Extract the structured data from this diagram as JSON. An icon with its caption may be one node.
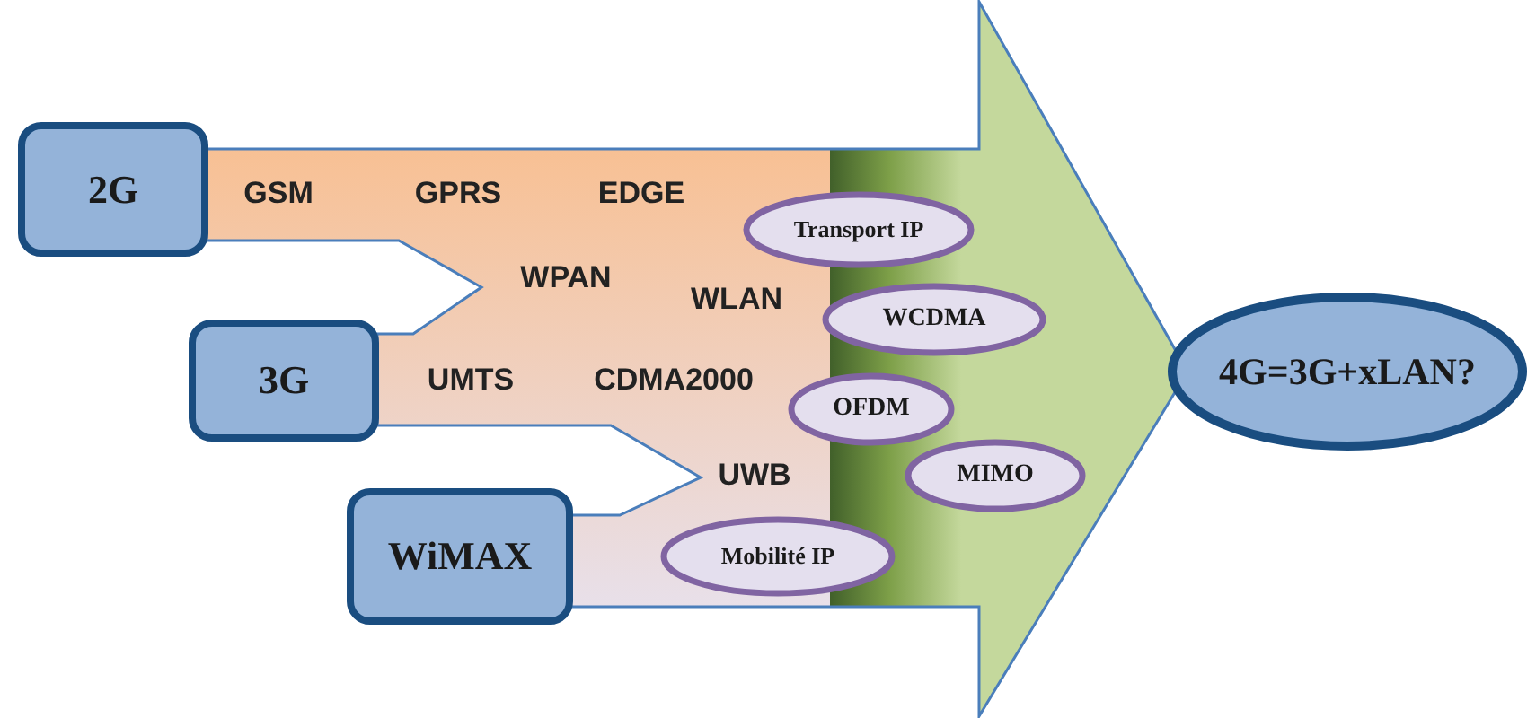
{
  "diagram": {
    "nodes": [
      {
        "text": [],
        "shape": "arrow"
      },
      {
        "text": [
          "2G"
        ]
      },
      {
        "text": [
          "3G"
        ]
      },
      {
        "text": [
          "WiMAX"
        ]
      },
      {
        "text": [
          "Transport IP"
        ],
        "in": 0
      },
      {
        "text": [
          "WCDMA"
        ],
        "in": 0
      },
      {
        "text": [
          "OFDM"
        ],
        "in": 0
      },
      {
        "text": [
          "MIMO"
        ],
        "in": 0
      },
      {
        "text": [
          "Mobilité IP"
        ],
        "in": 0
      },
      {
        "text": [
          "4G=3G+xLAN?"
        ]
      }
    ],
    "labels": [
      "GSM",
      "GPRS",
      "EDGE",
      "WPAN",
      "WLAN",
      "UMTS",
      "CDMA2000",
      "UWB"
    ]
  }
}
